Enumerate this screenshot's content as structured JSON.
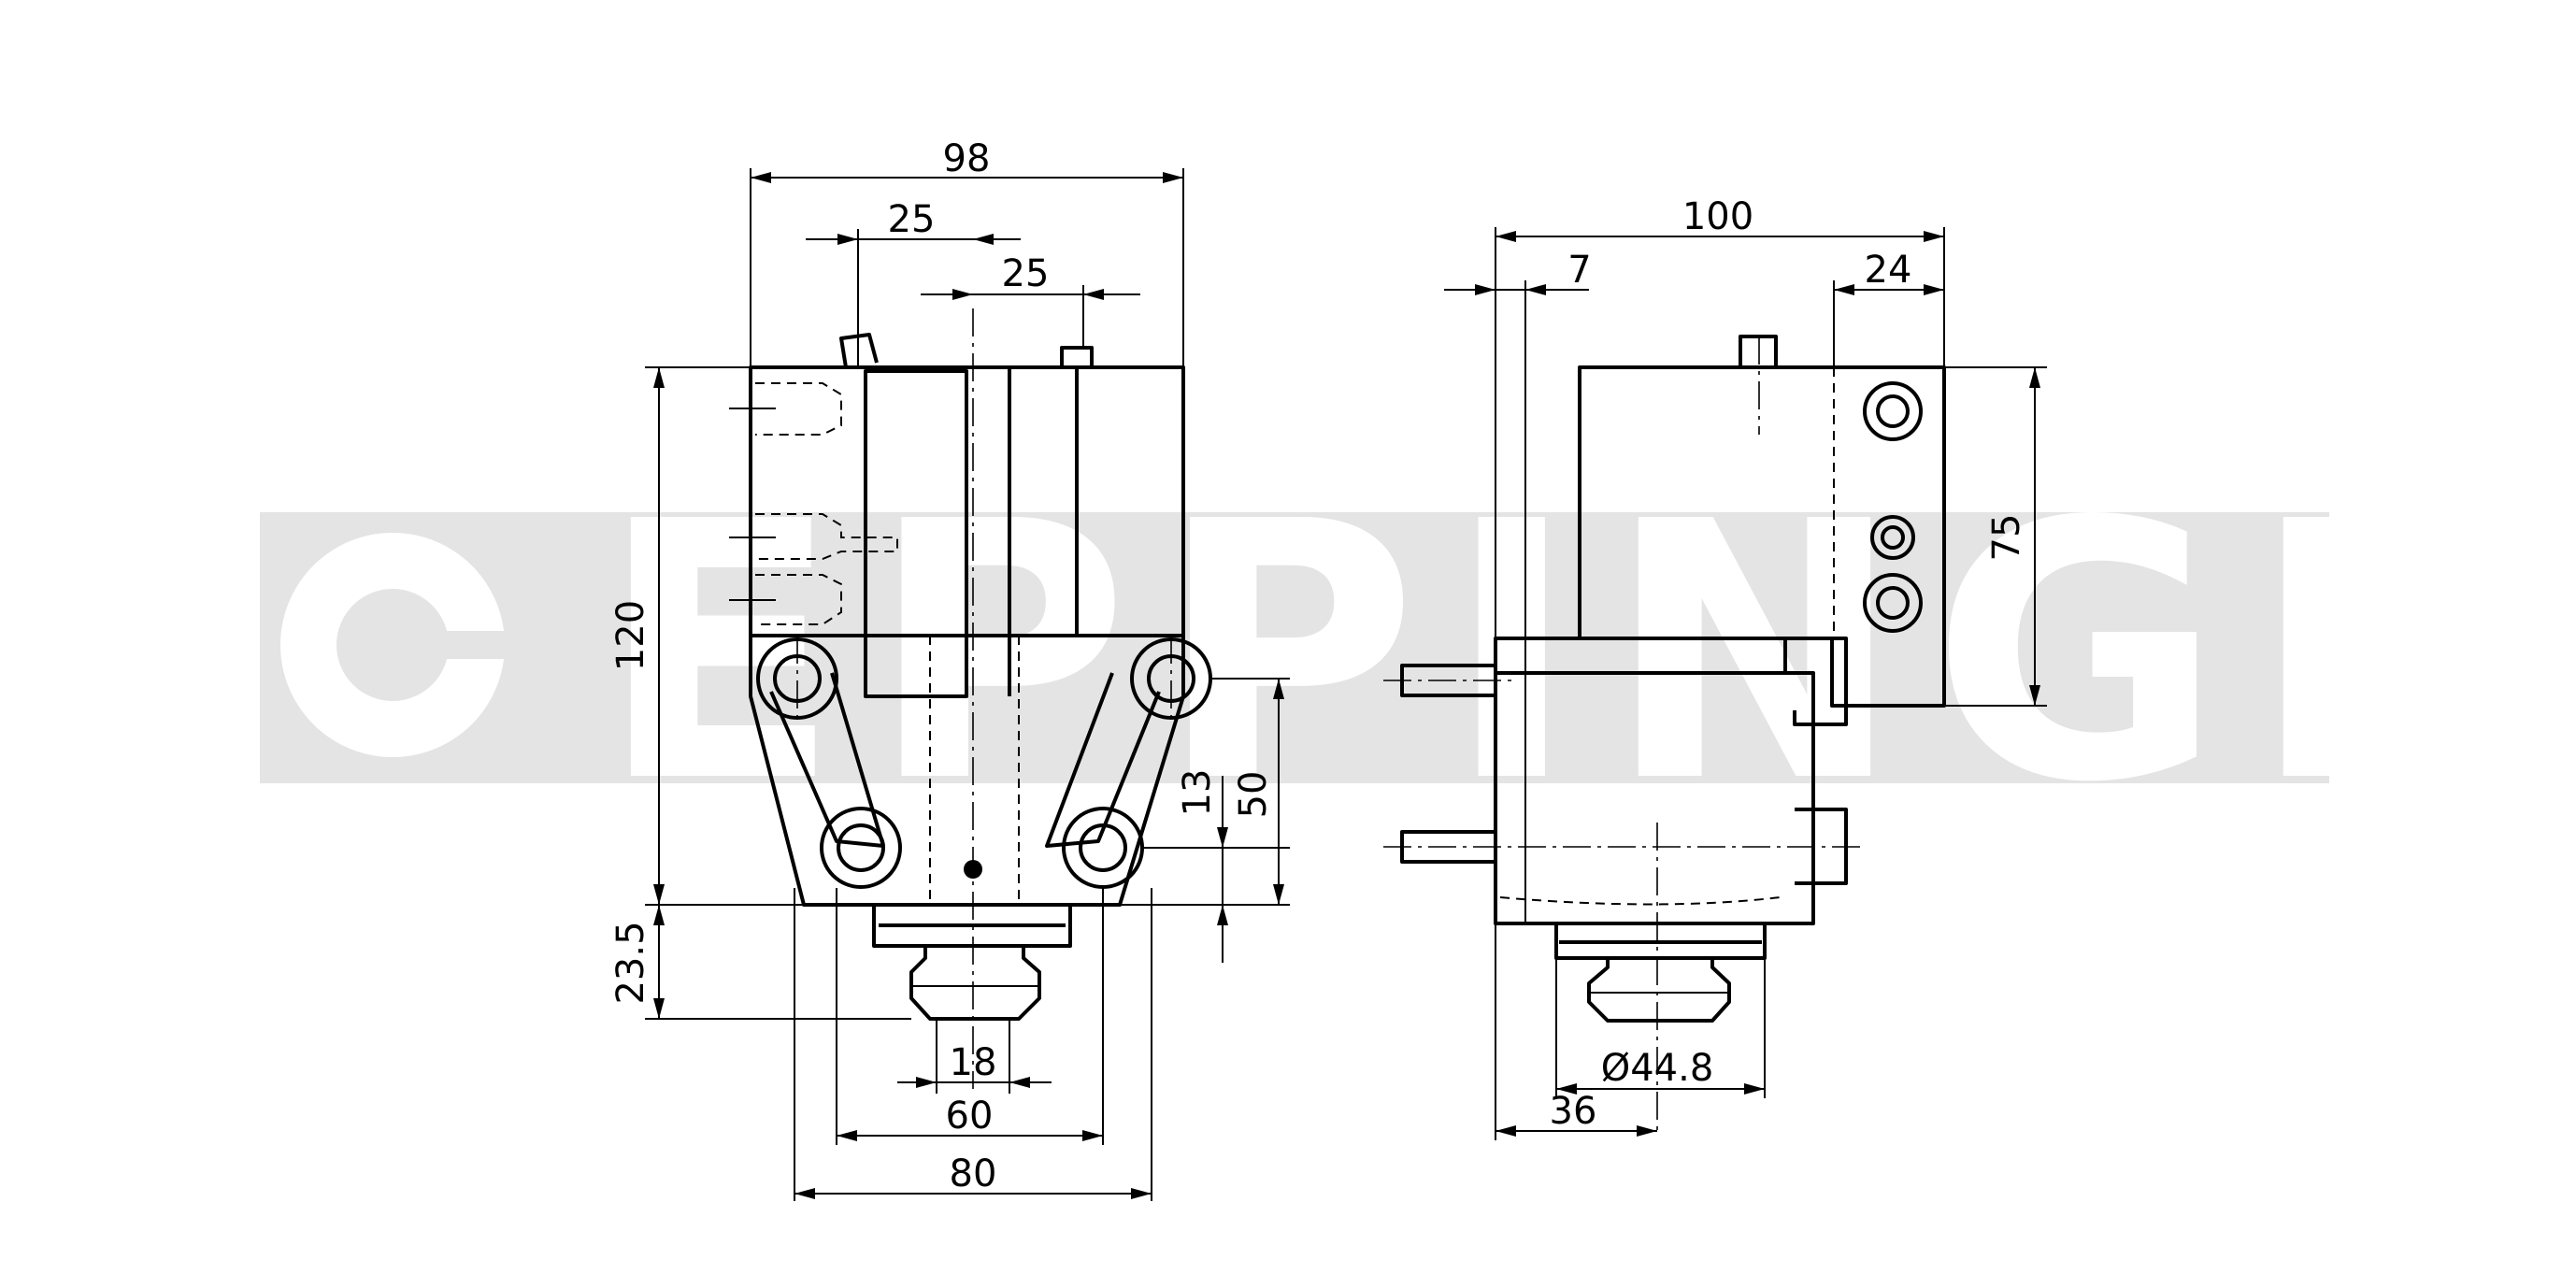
{
  "watermark": {
    "text": "EPPINGER",
    "color": "#e4e4e4"
  },
  "front_view": {
    "dimensions": {
      "overall_width": "98",
      "offset_top_1": "25",
      "offset_top_2": "25",
      "overall_height": "120",
      "bolt_spacing_height": "50",
      "bolt_to_base": "13",
      "shank_height": "23.5",
      "shank_width": "18",
      "bolt_spacing_width": "60",
      "base_width": "80"
    }
  },
  "side_view": {
    "dimensions": {
      "overall_depth": "100",
      "offset_left": "7",
      "flange_width": "24",
      "screw_span": "75",
      "shank_diameter": "Ø44.8",
      "shank_offset": "36"
    }
  }
}
